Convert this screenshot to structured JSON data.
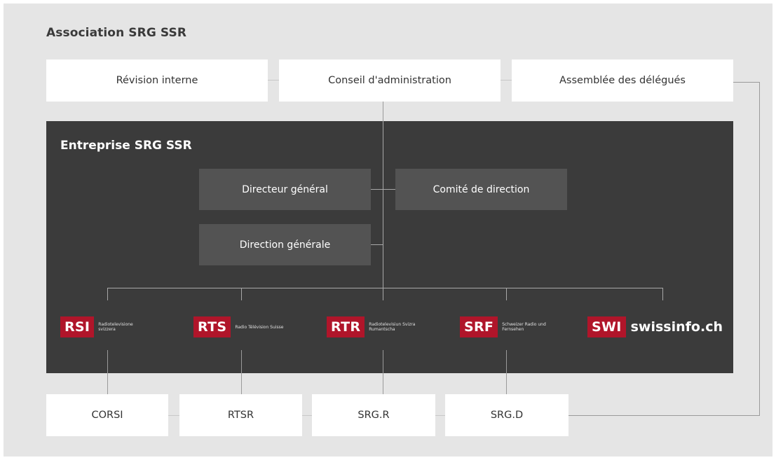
{
  "association_title": "Association SRG SSR",
  "top_boxes": {
    "revision": "Révision interne",
    "conseil": "Conseil d'administration",
    "assemblee": "Assemblée des délégués"
  },
  "entreprise_title": "Entreprise SRG SSR",
  "inner_boxes": {
    "directeur": "Directeur général",
    "comite": "Comité de direction",
    "direction": "Direction générale"
  },
  "units": [
    {
      "badge": "RSI",
      "sub": "Radiotelevisione svizzera"
    },
    {
      "badge": "RTS",
      "sub": "Radio Télévision Suisse"
    },
    {
      "badge": "RTR",
      "sub": "Radiotelevisiun Svizra Rumantscha"
    },
    {
      "badge": "SRF",
      "sub": "Schweizer Radio und Fernsehen"
    },
    {
      "badge": "SWI",
      "sub": "swissinfo.ch"
    }
  ],
  "bottom_boxes": [
    "CORSI",
    "RTSR",
    "SRG.R",
    "SRG.D"
  ],
  "colors": {
    "background": "#e5e5e5",
    "dark_panel": "#3b3b3b",
    "inner_box": "#535353",
    "brand_red": "#b0152a"
  }
}
